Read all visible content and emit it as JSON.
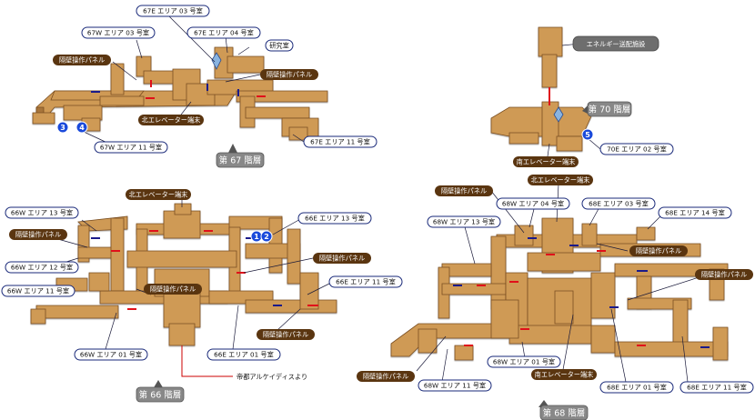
{
  "colors": {
    "floor_top": "#cf9a55",
    "floor_side": "#a8753a",
    "floor_edge": "#8a5a28",
    "door_red": "#e0101a",
    "door_blue": "#1a1a8a",
    "room_border": "#1a2a7a",
    "panel_bg": "#5a3510",
    "info_bg": "#6a6a6a",
    "marker": "#1a4adb",
    "line_red": "#cc0000"
  },
  "floors": {
    "f67": "第 67 階層",
    "f66": "第 66 階層",
    "f68": "第 68 階層",
    "f70": "第 70 階層"
  },
  "labels": {
    "r67e03": "67E エリア 03 号室",
    "r67e04": "67E エリア 04 号室",
    "lab": "研究室",
    "r67w03": "67W エリア 03 号室",
    "panel67a": "隔壁操作パネル",
    "panel67b": "隔壁操作パネル",
    "elev67": "北エレベーター端末",
    "r67w11": "67W エリア 11 号室",
    "r67e11": "67E エリア 11 号室",
    "energy": "エネルギー送配施設",
    "r70e02": "70E エリア 02 号室",
    "elev70": "南エレベーター端末",
    "elev66": "北エレベーター端末",
    "r66w13": "66W エリア 13 号室",
    "r66e13": "66E エリア 13 号室",
    "panel66a": "隔壁操作パネル",
    "r66w12": "66W エリア 12 号室",
    "panel66b": "隔壁操作パネル",
    "r66w11": "66W エリア 11 号室",
    "panel66c": "隔壁操作パネル",
    "r66e11": "66E エリア 11 号室",
    "r66w01": "66W エリア 01 号室",
    "r66e01": "66E エリア 01 号室",
    "panel66d": "隔壁操作パネル",
    "from": "帝都アルケイディスより",
    "panel68a": "隔壁操作パネル",
    "elev68n": "北エレベーター端末",
    "r68w04": "68W エリア 04 号室",
    "r68e03": "68E エリア 03 号室",
    "r68w13": "68W エリア 13 号室",
    "r68e14": "68E エリア 14 号室",
    "panel68b": "隔壁操作パネル",
    "panel68c": "隔壁操作パネル",
    "r68w01": "68W エリア 01 号室",
    "elev68s": "南エレベーター端末",
    "panel68d": "隔壁操作パネル",
    "r68w11": "68W エリア 11 号室",
    "r68e01": "68E エリア 01 号室",
    "r68e11": "68E エリア 11 号室"
  },
  "markers": {
    "m1": "1",
    "m2": "2",
    "m3": "3",
    "m4": "4",
    "m5": "5"
  }
}
